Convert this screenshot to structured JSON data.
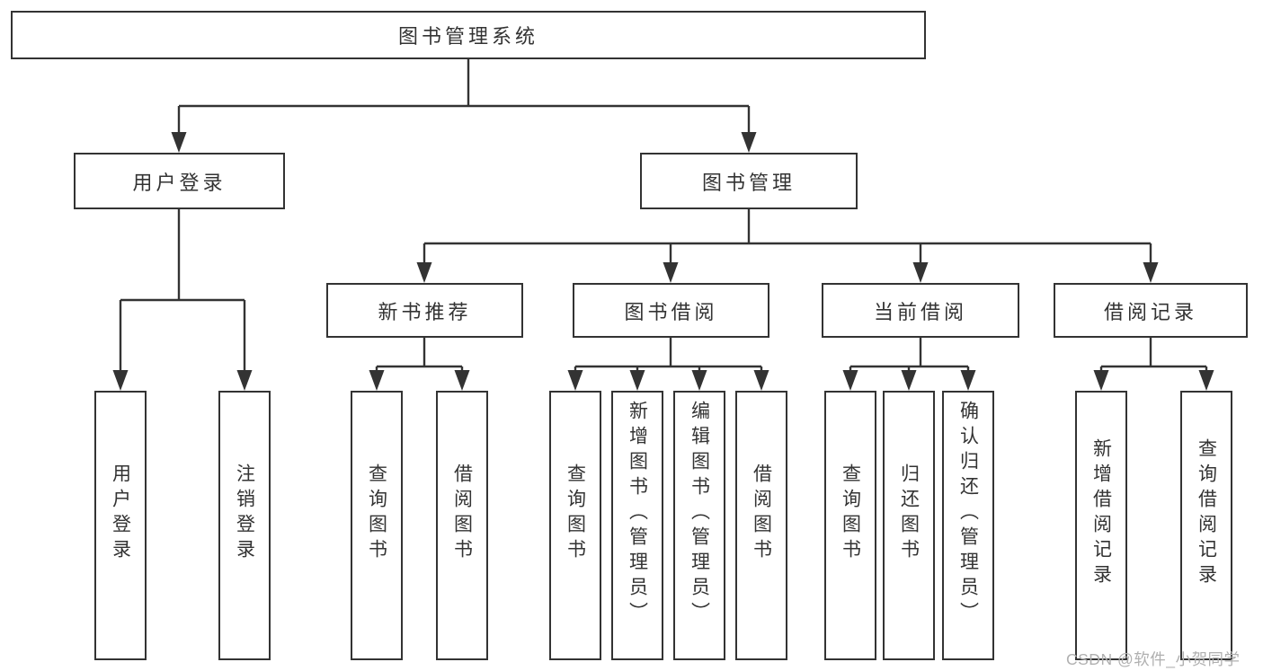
{
  "colors": {
    "stroke": "#333333",
    "text": "#333333",
    "background": "#ffffff",
    "watermark": "#b0b0b0"
  },
  "watermark": {
    "text": "CSDN @软件_小贺同学"
  },
  "tree": {
    "root": {
      "label": "图书管理系统"
    },
    "branches": [
      {
        "label": "用户登录",
        "children": [
          {
            "label": "用户登录"
          },
          {
            "label": "注销登录"
          }
        ]
      },
      {
        "label": "图书管理",
        "children": [
          {
            "label": "新书推荐",
            "children": [
              {
                "label": "查询图书"
              },
              {
                "label": "借阅图书"
              }
            ]
          },
          {
            "label": "图书借阅",
            "children": [
              {
                "label": "查询图书"
              },
              {
                "label": "新增图书（管理员）"
              },
              {
                "label": "编辑图书（管理员）"
              },
              {
                "label": "借阅图书"
              }
            ]
          },
          {
            "label": "当前借阅",
            "children": [
              {
                "label": "查询图书"
              },
              {
                "label": "归还图书"
              },
              {
                "label": "确认归还（管理员）"
              }
            ]
          },
          {
            "label": "借阅记录",
            "children": [
              {
                "label": "新增借阅记录"
              },
              {
                "label": "查询借阅记录"
              }
            ]
          }
        ]
      }
    ]
  }
}
